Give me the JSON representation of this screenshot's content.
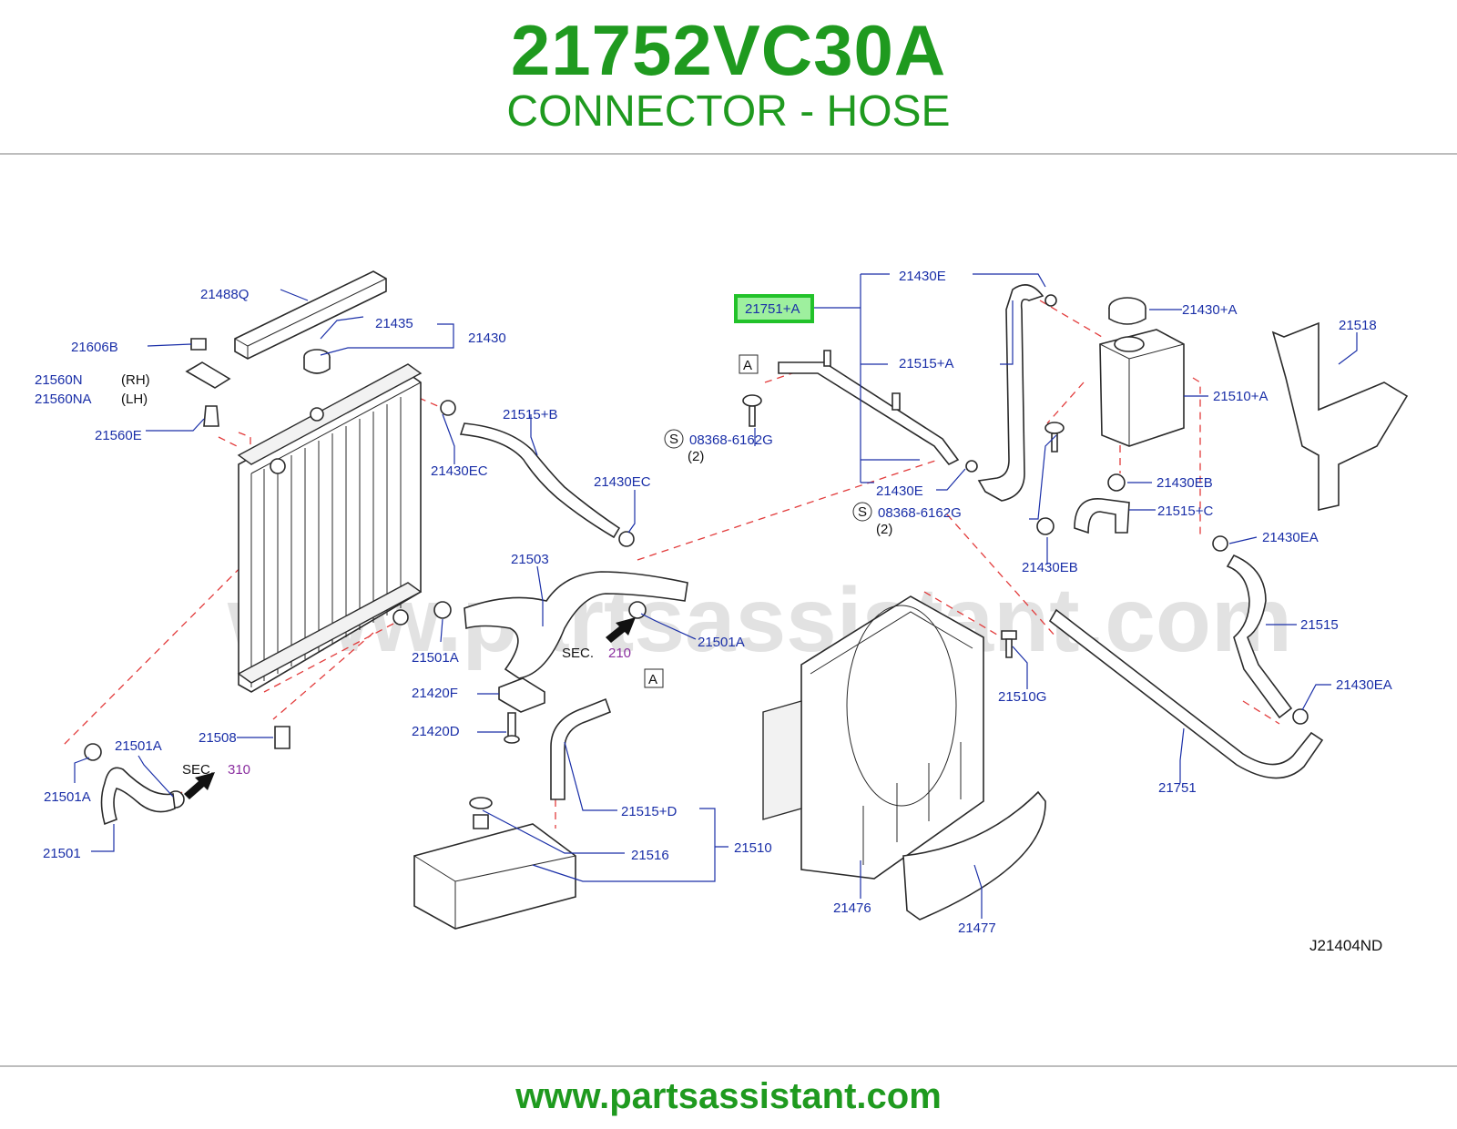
{
  "header": {
    "part_number": "21752VC30A",
    "part_name": "CONNECTOR - HOSE"
  },
  "diagram": {
    "watermark": "www.partsassistant.com",
    "diagram_code": "J21404ND",
    "highlight_color": "#22c22a",
    "highlighted_label": "21751+A",
    "labels": {
      "l21488Q": "21488Q",
      "l21435": "21435",
      "l21430": "21430",
      "l21606B": "21606B",
      "l21560N": "21560N",
      "l21560NA": "21560NA",
      "rh": "(RH)",
      "lh": "(LH)",
      "l21560E": "21560E",
      "l21430EC_a": "21430EC",
      "l21515B": "21515+B",
      "l21430EC_b": "21430EC",
      "l21503": "21503",
      "l21501A_a": "21501A",
      "l21501A_b": "21501A",
      "sec_a": "SEC.",
      "sec_a_num": "210",
      "l21420F": "21420F",
      "l21420D": "21420D",
      "l21508": "21508",
      "l21501A_c": "21501A",
      "l21501A_d": "21501A",
      "sec_b": "SEC.",
      "sec_b_num": "310",
      "l21501": "21501",
      "l21515D": "21515+D",
      "l21516": "21516",
      "l21510": "21510",
      "l21476": "21476",
      "l21477": "21477",
      "l21430E_a": "21430E",
      "l21515A": "21515+A",
      "l21430E_b": "21430E",
      "l08368_a": "08368-6162G",
      "qty_a": "(2)",
      "l08368_b": "08368-6162G",
      "qty_b": "(2)",
      "s_a": "S",
      "s_b": "S",
      "box_a1": "A",
      "box_a2": "A",
      "l21430A": "21430+A",
      "l21518": "21518",
      "l21510A": "21510+A",
      "l21430EB_a": "21430EB",
      "l21515C": "21515+C",
      "l21430EB_b": "21430EB",
      "l21430EA_a": "21430EA",
      "l21515": "21515",
      "l21430EA_b": "21430EA",
      "l21751": "21751",
      "l21510G": "21510G"
    }
  },
  "footer": {
    "url": "www.partsassistant.com"
  }
}
